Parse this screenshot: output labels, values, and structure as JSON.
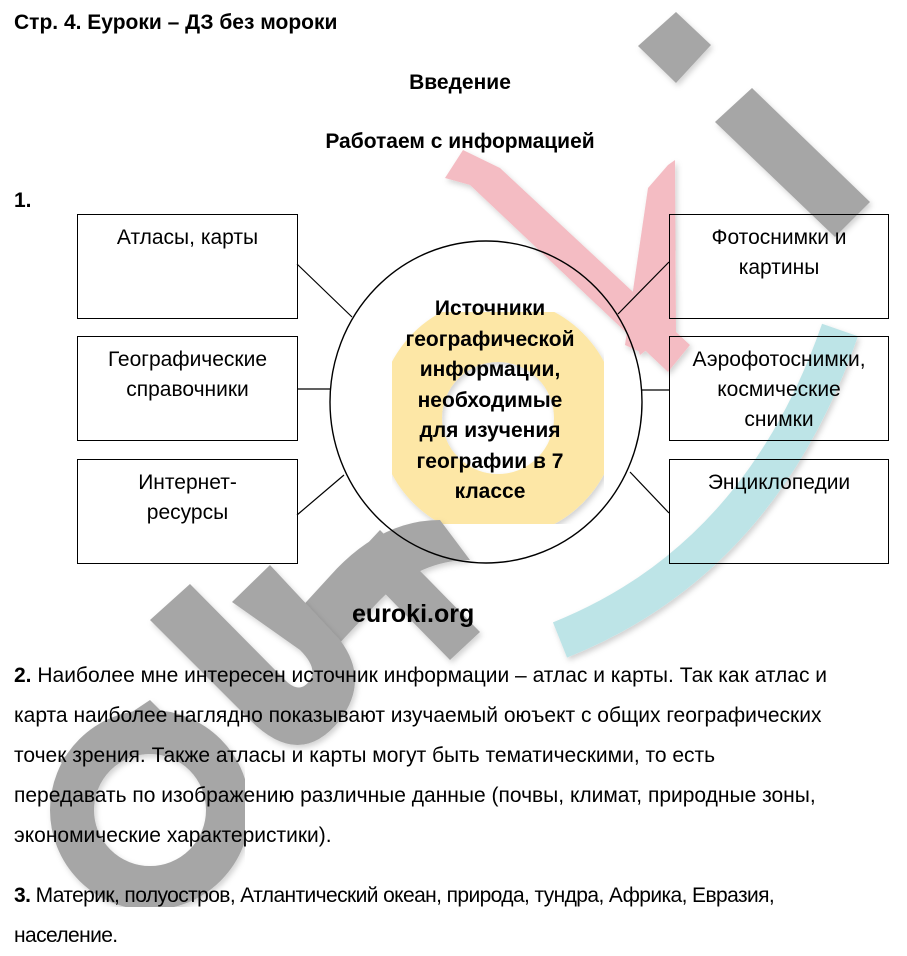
{
  "header": {
    "title": "Стр. 4. Еуроки – ДЗ без мороки"
  },
  "section": {
    "title": "Введение",
    "subtitle": "Работаем с информацией"
  },
  "task1": {
    "number": "1.",
    "center": {
      "lines": [
        "Источники",
        "географической",
        "информации,",
        "необходимые",
        "для изучения",
        "географии в 7",
        "классе"
      ]
    },
    "left_boxes": [
      {
        "lines": [
          "Атласы, карты"
        ]
      },
      {
        "lines": [
          "Географические",
          "справочники"
        ]
      },
      {
        "lines": [
          "Интернет-",
          "ресурсы"
        ]
      }
    ],
    "right_boxes": [
      {
        "lines": [
          "Фотоснимки и",
          "картины"
        ]
      },
      {
        "lines": [
          "Аэрофотоснимки,",
          "космические",
          "снимки"
        ]
      },
      {
        "lines": [
          "Энциклопедии"
        ]
      }
    ]
  },
  "site_label": "euroki.org",
  "task2": {
    "number": "2.",
    "lines": [
      " Наиболее мне интересен источник информации – атлас и карты. Так как атлас и",
      "карта наиболее наглядно показывают изучаемый оюъект с общих географических",
      "точек зрения. Также атласы и карты могут быть тематическими, то есть",
      "передавать по изображению различные данные (почвы, климат, природные зоны,",
      "экономические характеристики)."
    ]
  },
  "task3": {
    "number": "3.",
    "lines": [
      " Материк, полуостров, Атлантический океан, природа, тундра, Африка, Евразия,",
      "население."
    ]
  },
  "watermark": {
    "text": "euroki",
    "colors": {
      "gray": "#a6a6a6",
      "pink": "#f4bcc3",
      "yellow": "#fde7a6",
      "cyan": "#bde4e7"
    }
  }
}
